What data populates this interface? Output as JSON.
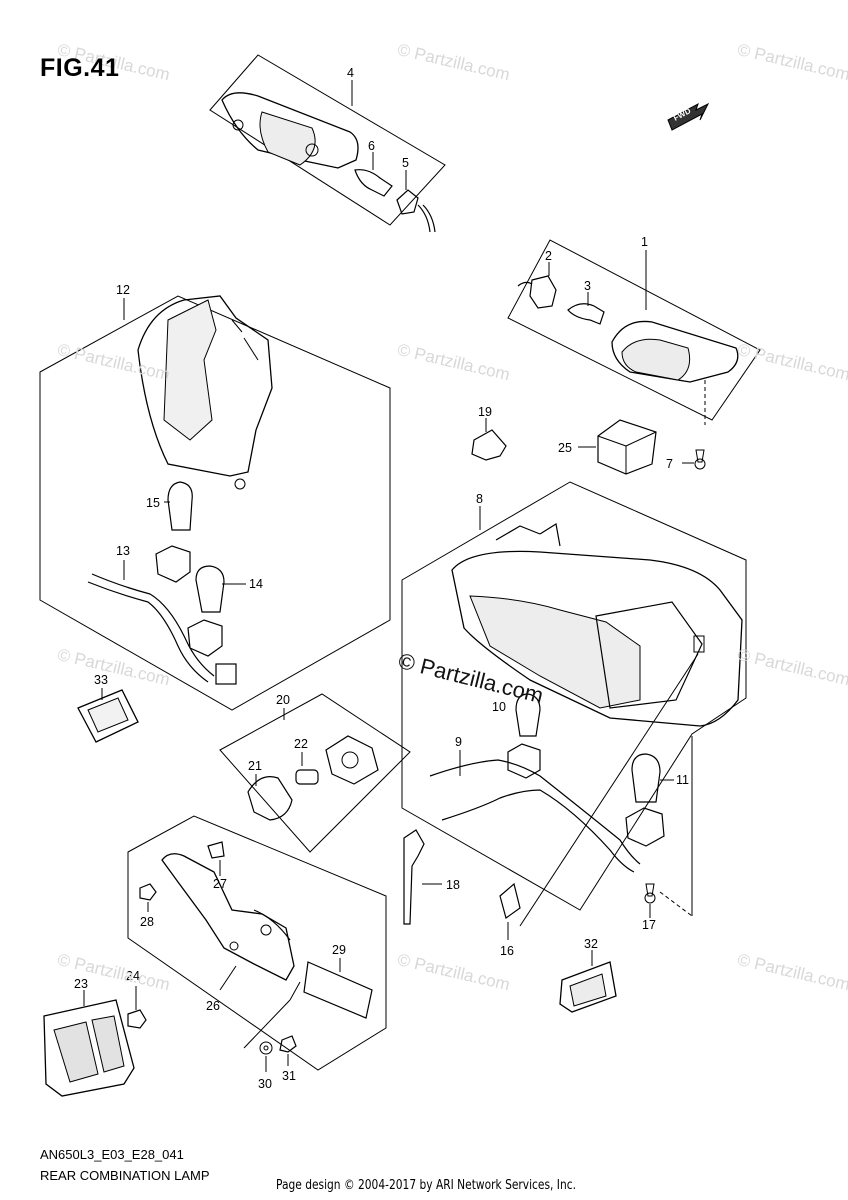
{
  "figure": {
    "title": "FIG.41",
    "code": "AN650L3_E03_E28_041",
    "name": "REAR COMBINATION LAMP",
    "credit": "Page design © 2004-2017 by ARI Network Services, Inc."
  },
  "watermark": {
    "text": "© Partzilla.com",
    "main_text": "© Partzilla.com"
  },
  "fwd_badge": "FWD",
  "callouts": [
    "1",
    "2",
    "3",
    "4",
    "5",
    "6",
    "7",
    "8",
    "9",
    "10",
    "11",
    "12",
    "13",
    "14",
    "15",
    "16",
    "17",
    "18",
    "19",
    "20",
    "21",
    "22",
    "23",
    "24",
    "25",
    "26",
    "27",
    "28",
    "29",
    "30",
    "31",
    "32",
    "33"
  ]
}
